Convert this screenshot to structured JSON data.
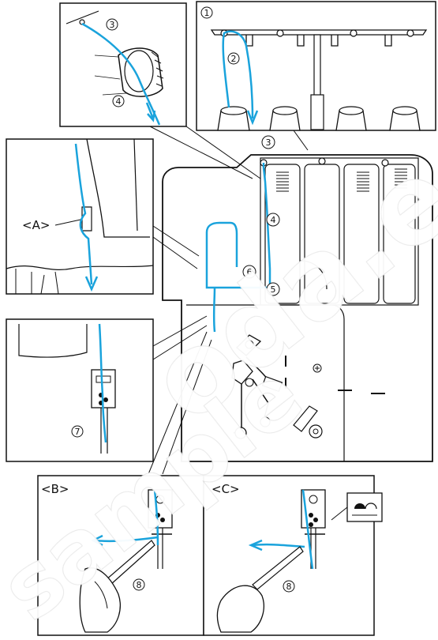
{
  "callouts": {
    "c1": "1",
    "c2": "2",
    "c3a": "3",
    "c3b": "3",
    "c4a": "4",
    "c4b": "4",
    "c5": "5",
    "c6": "6",
    "c7": "7",
    "c8a": "8",
    "c8b": "8"
  },
  "panel_labels": {
    "a": "<A>",
    "b": "<B>",
    "c": "<C>"
  },
  "watermark": {
    "line1": "oda.ee",
    "line2": "sample"
  },
  "colors": {
    "thread": "#1aa3dc",
    "line": "#111111",
    "watermark": "#ffffff"
  }
}
